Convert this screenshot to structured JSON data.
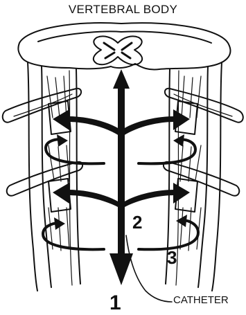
{
  "labels": {
    "title": "VERTEBRAL BODY",
    "catheter": "CATHETER"
  },
  "numbers": {
    "one": "1",
    "two": "2",
    "three": "3"
  },
  "colors": {
    "ink": "#111111",
    "background": "#ffffff"
  }
}
